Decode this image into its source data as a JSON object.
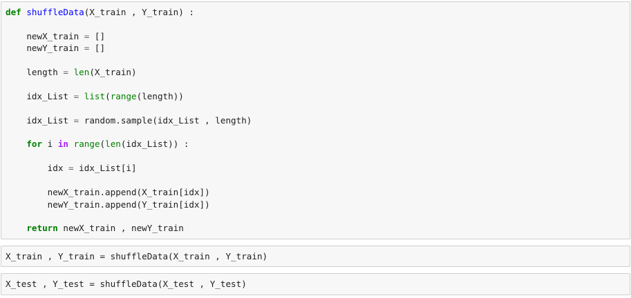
{
  "app": {
    "kind": "jupyter-notebook",
    "background_color": "#ffffff"
  },
  "theme": {
    "cell_background": "#f7f7f7",
    "cell_border": "#cfcfcf",
    "text_color": "#202020",
    "keyword_color": "#008000",
    "keyword_operator_color": "#aa22ff",
    "function_name_color": "#0000ff",
    "builtin_color": "#008000",
    "operator_color": "#666666"
  },
  "cells": [
    {
      "id": "cell-shuffledata-def",
      "type": "code",
      "lines": [
        {
          "tokens": [
            {
              "t": "def",
              "c": "k"
            },
            {
              "t": " ",
              "c": "p"
            },
            {
              "t": "shuffleData",
              "c": "nf"
            },
            {
              "t": "(X_train , Y_train) :",
              "c": "p"
            }
          ]
        },
        {
          "tokens": []
        },
        {
          "tokens": [
            {
              "t": "    newX_train ",
              "c": "n"
            },
            {
              "t": "=",
              "c": "o"
            },
            {
              "t": " []",
              "c": "p"
            }
          ]
        },
        {
          "tokens": [
            {
              "t": "    newY_train ",
              "c": "n"
            },
            {
              "t": "=",
              "c": "o"
            },
            {
              "t": " []",
              "c": "p"
            }
          ]
        },
        {
          "tokens": []
        },
        {
          "tokens": [
            {
              "t": "    length ",
              "c": "n"
            },
            {
              "t": "=",
              "c": "o"
            },
            {
              "t": " ",
              "c": "p"
            },
            {
              "t": "len",
              "c": "nb"
            },
            {
              "t": "(X_train)",
              "c": "p"
            }
          ]
        },
        {
          "tokens": []
        },
        {
          "tokens": [
            {
              "t": "    idx_List ",
              "c": "n"
            },
            {
              "t": "=",
              "c": "o"
            },
            {
              "t": " ",
              "c": "p"
            },
            {
              "t": "list",
              "c": "nb"
            },
            {
              "t": "(",
              "c": "p"
            },
            {
              "t": "range",
              "c": "nb"
            },
            {
              "t": "(length))",
              "c": "p"
            }
          ]
        },
        {
          "tokens": []
        },
        {
          "tokens": [
            {
              "t": "    idx_List ",
              "c": "n"
            },
            {
              "t": "=",
              "c": "o"
            },
            {
              "t": " random.sample(idx_List , length)",
              "c": "p"
            }
          ]
        },
        {
          "tokens": []
        },
        {
          "tokens": [
            {
              "t": "    ",
              "c": "p"
            },
            {
              "t": "for",
              "c": "k"
            },
            {
              "t": " i ",
              "c": "n"
            },
            {
              "t": "in",
              "c": "kop"
            },
            {
              "t": " ",
              "c": "p"
            },
            {
              "t": "range",
              "c": "nb"
            },
            {
              "t": "(",
              "c": "p"
            },
            {
              "t": "len",
              "c": "nb"
            },
            {
              "t": "(idx_List)) :",
              "c": "p"
            }
          ]
        },
        {
          "tokens": []
        },
        {
          "tokens": [
            {
              "t": "        idx ",
              "c": "n"
            },
            {
              "t": "=",
              "c": "o"
            },
            {
              "t": " idx_List[i]",
              "c": "p"
            }
          ]
        },
        {
          "tokens": []
        },
        {
          "tokens": [
            {
              "t": "        newX_train.append(X_train[idx])",
              "c": "p"
            }
          ]
        },
        {
          "tokens": [
            {
              "t": "        newY_train.append(Y_train[idx])",
              "c": "p"
            }
          ]
        },
        {
          "tokens": []
        },
        {
          "tokens": [
            {
              "t": "    ",
              "c": "p"
            },
            {
              "t": "return",
              "c": "k"
            },
            {
              "t": " newX_train , newY_train",
              "c": "p"
            }
          ]
        }
      ],
      "plain_text": "def shuffleData(X_train , Y_train) :\n\n    newX_train = []\n    newY_train = []\n\n    length = len(X_train)\n\n    idx_List = list(range(length))\n\n    idx_List = random.sample(idx_List , length)\n\n    for i in range(len(idx_List)) :\n\n        idx = idx_List[i]\n\n        newX_train.append(X_train[idx])\n        newY_train.append(Y_train[idx])\n\n    return newX_train , newY_train"
    },
    {
      "id": "cell-shuffle-train",
      "type": "code",
      "lines": [
        {
          "tokens": [
            {
              "t": "X_train , Y_train = shuffleData(X_train , Y_train)",
              "c": "p"
            }
          ]
        }
      ],
      "plain_text": "X_train , Y_train = shuffleData(X_train , Y_train)"
    },
    {
      "id": "cell-shuffle-test",
      "type": "code",
      "lines": [
        {
          "tokens": [
            {
              "t": "X_test , Y_test = shuffleData(X_test , Y_test)",
              "c": "p"
            }
          ]
        }
      ],
      "plain_text": "X_test , Y_test = shuffleData(X_test , Y_test)"
    }
  ]
}
